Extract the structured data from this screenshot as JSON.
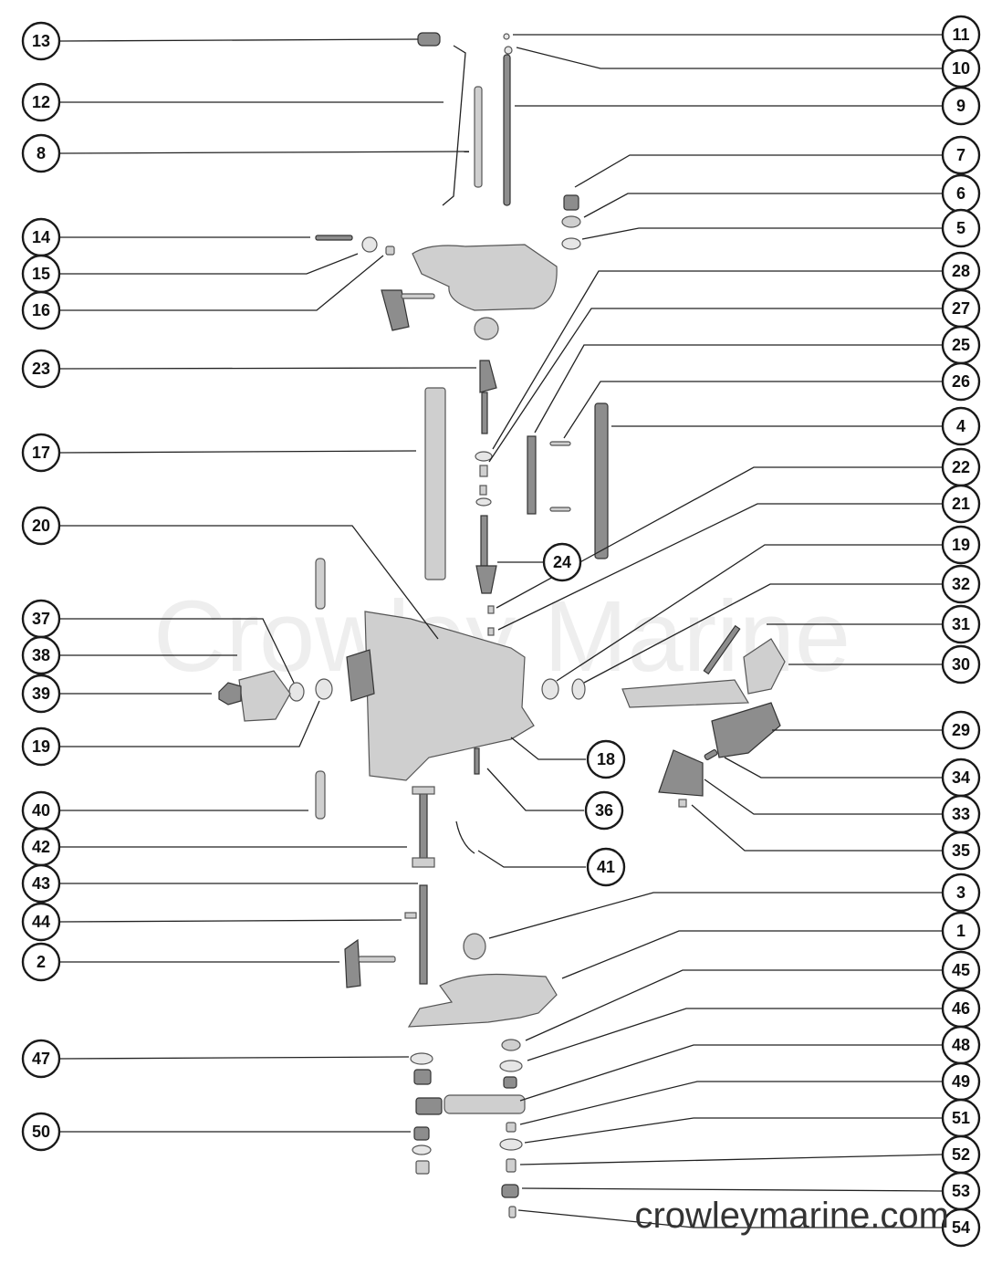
{
  "watermark_center": "Crowley Marine",
  "watermark_bottom": "crowleymarine.com",
  "callouts": [
    {
      "label": "13"
    },
    {
      "label": "12"
    },
    {
      "label": "8"
    },
    {
      "label": "14"
    },
    {
      "label": "15"
    },
    {
      "label": "16"
    },
    {
      "label": "23"
    },
    {
      "label": "17"
    },
    {
      "label": "20"
    },
    {
      "label": "37"
    },
    {
      "label": "38"
    },
    {
      "label": "39"
    },
    {
      "label": "19"
    },
    {
      "label": "40"
    },
    {
      "label": "42"
    },
    {
      "label": "43"
    },
    {
      "label": "44"
    },
    {
      "label": "2"
    },
    {
      "label": "47"
    },
    {
      "label": "50"
    },
    {
      "label": "11"
    },
    {
      "label": "10"
    },
    {
      "label": "9"
    },
    {
      "label": "7"
    },
    {
      "label": "6"
    },
    {
      "label": "5"
    },
    {
      "label": "28"
    },
    {
      "label": "27"
    },
    {
      "label": "25"
    },
    {
      "label": "26"
    },
    {
      "label": "4"
    },
    {
      "label": "22"
    },
    {
      "label": "21"
    },
    {
      "label": "19"
    },
    {
      "label": "32"
    },
    {
      "label": "31"
    },
    {
      "label": "30"
    },
    {
      "label": "29"
    },
    {
      "label": "34"
    },
    {
      "label": "33"
    },
    {
      "label": "35"
    },
    {
      "label": "3"
    },
    {
      "label": "1"
    },
    {
      "label": "45"
    },
    {
      "label": "46"
    },
    {
      "label": "48"
    },
    {
      "label": "49"
    },
    {
      "label": "51"
    },
    {
      "label": "52"
    },
    {
      "label": "53"
    },
    {
      "label": "54"
    },
    {
      "label": "24"
    },
    {
      "label": "18"
    },
    {
      "label": "36"
    },
    {
      "label": "41"
    }
  ]
}
